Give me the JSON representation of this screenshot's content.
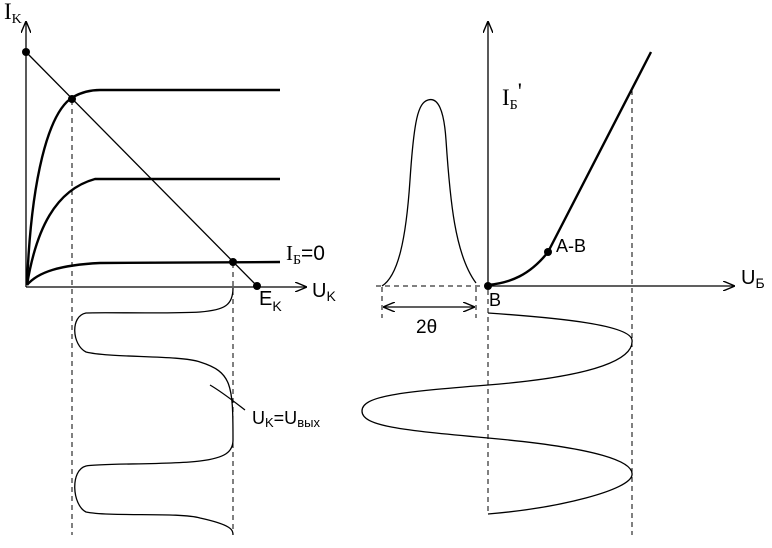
{
  "colors": {
    "ink": "#000000",
    "background": "#ffffff"
  },
  "left_graph": {
    "y_axis_label_main": "I",
    "y_axis_label_sub": "K",
    "x_axis_label_main": "U",
    "x_axis_label_sub": "K",
    "supply_label_main": "E",
    "supply_label_sub": "K",
    "curve_label_main": "I",
    "curve_label_sub": "Б",
    "curve_label_value": "=0",
    "output_label_a_main": "U",
    "output_label_a_sub": "K",
    "output_label_eq": "=U",
    "output_label_b_sub": "вых"
  },
  "right_graph": {
    "y_axis_label_main": "I",
    "y_axis_label_sub": "Б",
    "y_axis_label_prime": "'",
    "x_axis_label_main": "U",
    "x_axis_label_sub": "Б",
    "point_ab_label": "A-B",
    "point_b_label": "B",
    "angle_label": "2θ"
  }
}
